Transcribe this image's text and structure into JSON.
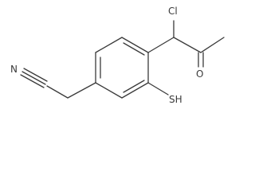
{
  "molecule": {
    "atom_labels": {
      "nitrogen": "N",
      "chlorine": "Cl",
      "oxygen": "O",
      "thiol": "SH"
    },
    "bond_color": "#3a3a3a"
  }
}
